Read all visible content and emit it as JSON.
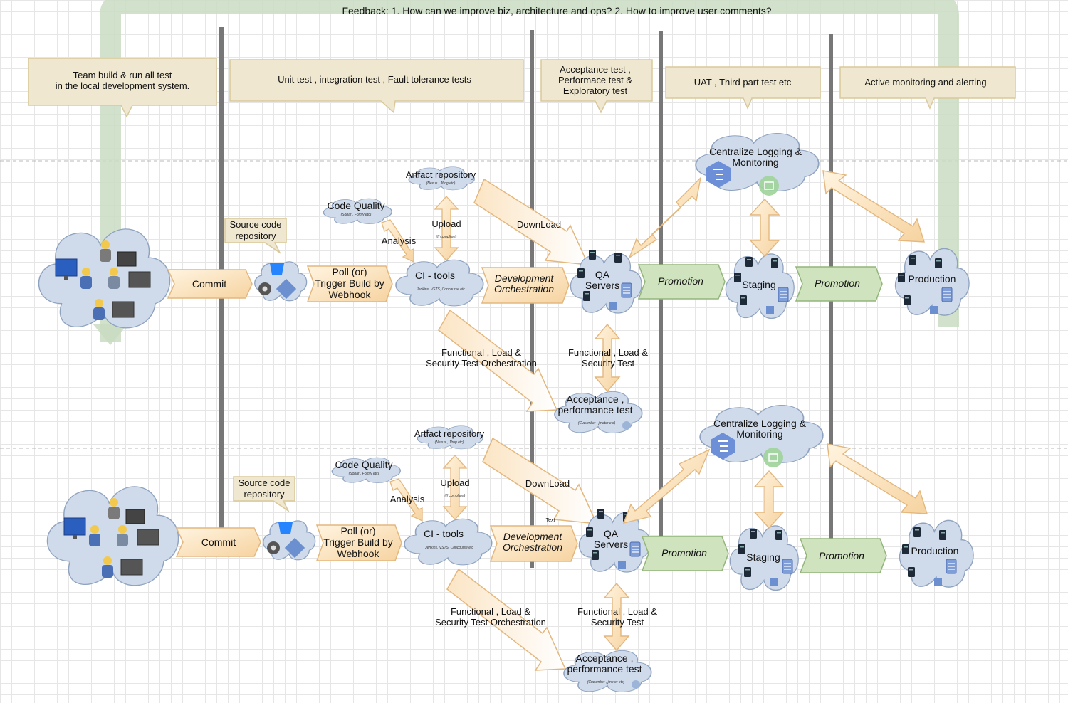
{
  "feedback": "Feedback: 1. How can we improve biz, architecture and ops? 2. How to improve user comments?",
  "phases": [
    {
      "lines": [
        "Team build & run all test",
        "in the local development system."
      ]
    },
    {
      "lines": [
        "Unit test , integration test  , Fault tolerance tests"
      ]
    },
    {
      "lines": [
        "Acceptance test ,",
        "Performace test &",
        "Exploratory test"
      ]
    },
    {
      "lines": [
        "UAT , Third part test etc"
      ]
    },
    {
      "lines": [
        "Active monitoring and alerting"
      ]
    }
  ],
  "flow": {
    "commit": "Commit",
    "source_repo": [
      "Source code",
      "repository"
    ],
    "poll": [
      "Poll (or)",
      "Trigger Build by",
      "Webhook"
    ],
    "code_quality": "Code Quality",
    "code_quality_sub": "(Sonar , Fortify etc)",
    "analysis": "Analysis",
    "artifact_repo": "Artfact repository",
    "artifact_repo_sub": "(Nexus , Jfrog etc)",
    "upload": "Upload",
    "upload_sub": "(If compliant)",
    "ci_tools": "CI - tools",
    "ci_tools_sub": "Jenkins, VSTS, Concourse etc",
    "download": "DownLoad",
    "dev_orch": [
      "Development",
      "Orchestration"
    ],
    "qa_servers": [
      "QA",
      "Servers"
    ],
    "promotion": "Promotion",
    "staging": "Staging",
    "production": "Production",
    "logging": [
      "Centralize Logging &",
      "Monitoring"
    ],
    "func_orch": [
      "Functional , Load &",
      "Security Test Orchestration"
    ],
    "func_test": [
      "Functional , Load &",
      "Security Test"
    ],
    "acceptance": [
      "Acceptance ,",
      "performance test"
    ],
    "acceptance_sub": "(Cucumber , jmeter etc)",
    "stray_text": "Text"
  },
  "colors": {
    "cloud_fill": "#cfdaea",
    "cloud_stroke": "#8fa3c0",
    "callout_fill": "#efe7cf",
    "callout_stroke": "#d9c99a",
    "beige_arrow": "#f4dcb8",
    "beige_stroke": "#e3b77e",
    "promotion_fill": "#cfe3bf",
    "promotion_stroke": "#93b57a",
    "feedback_green": "#c9dcc2",
    "separator": "#777777"
  }
}
